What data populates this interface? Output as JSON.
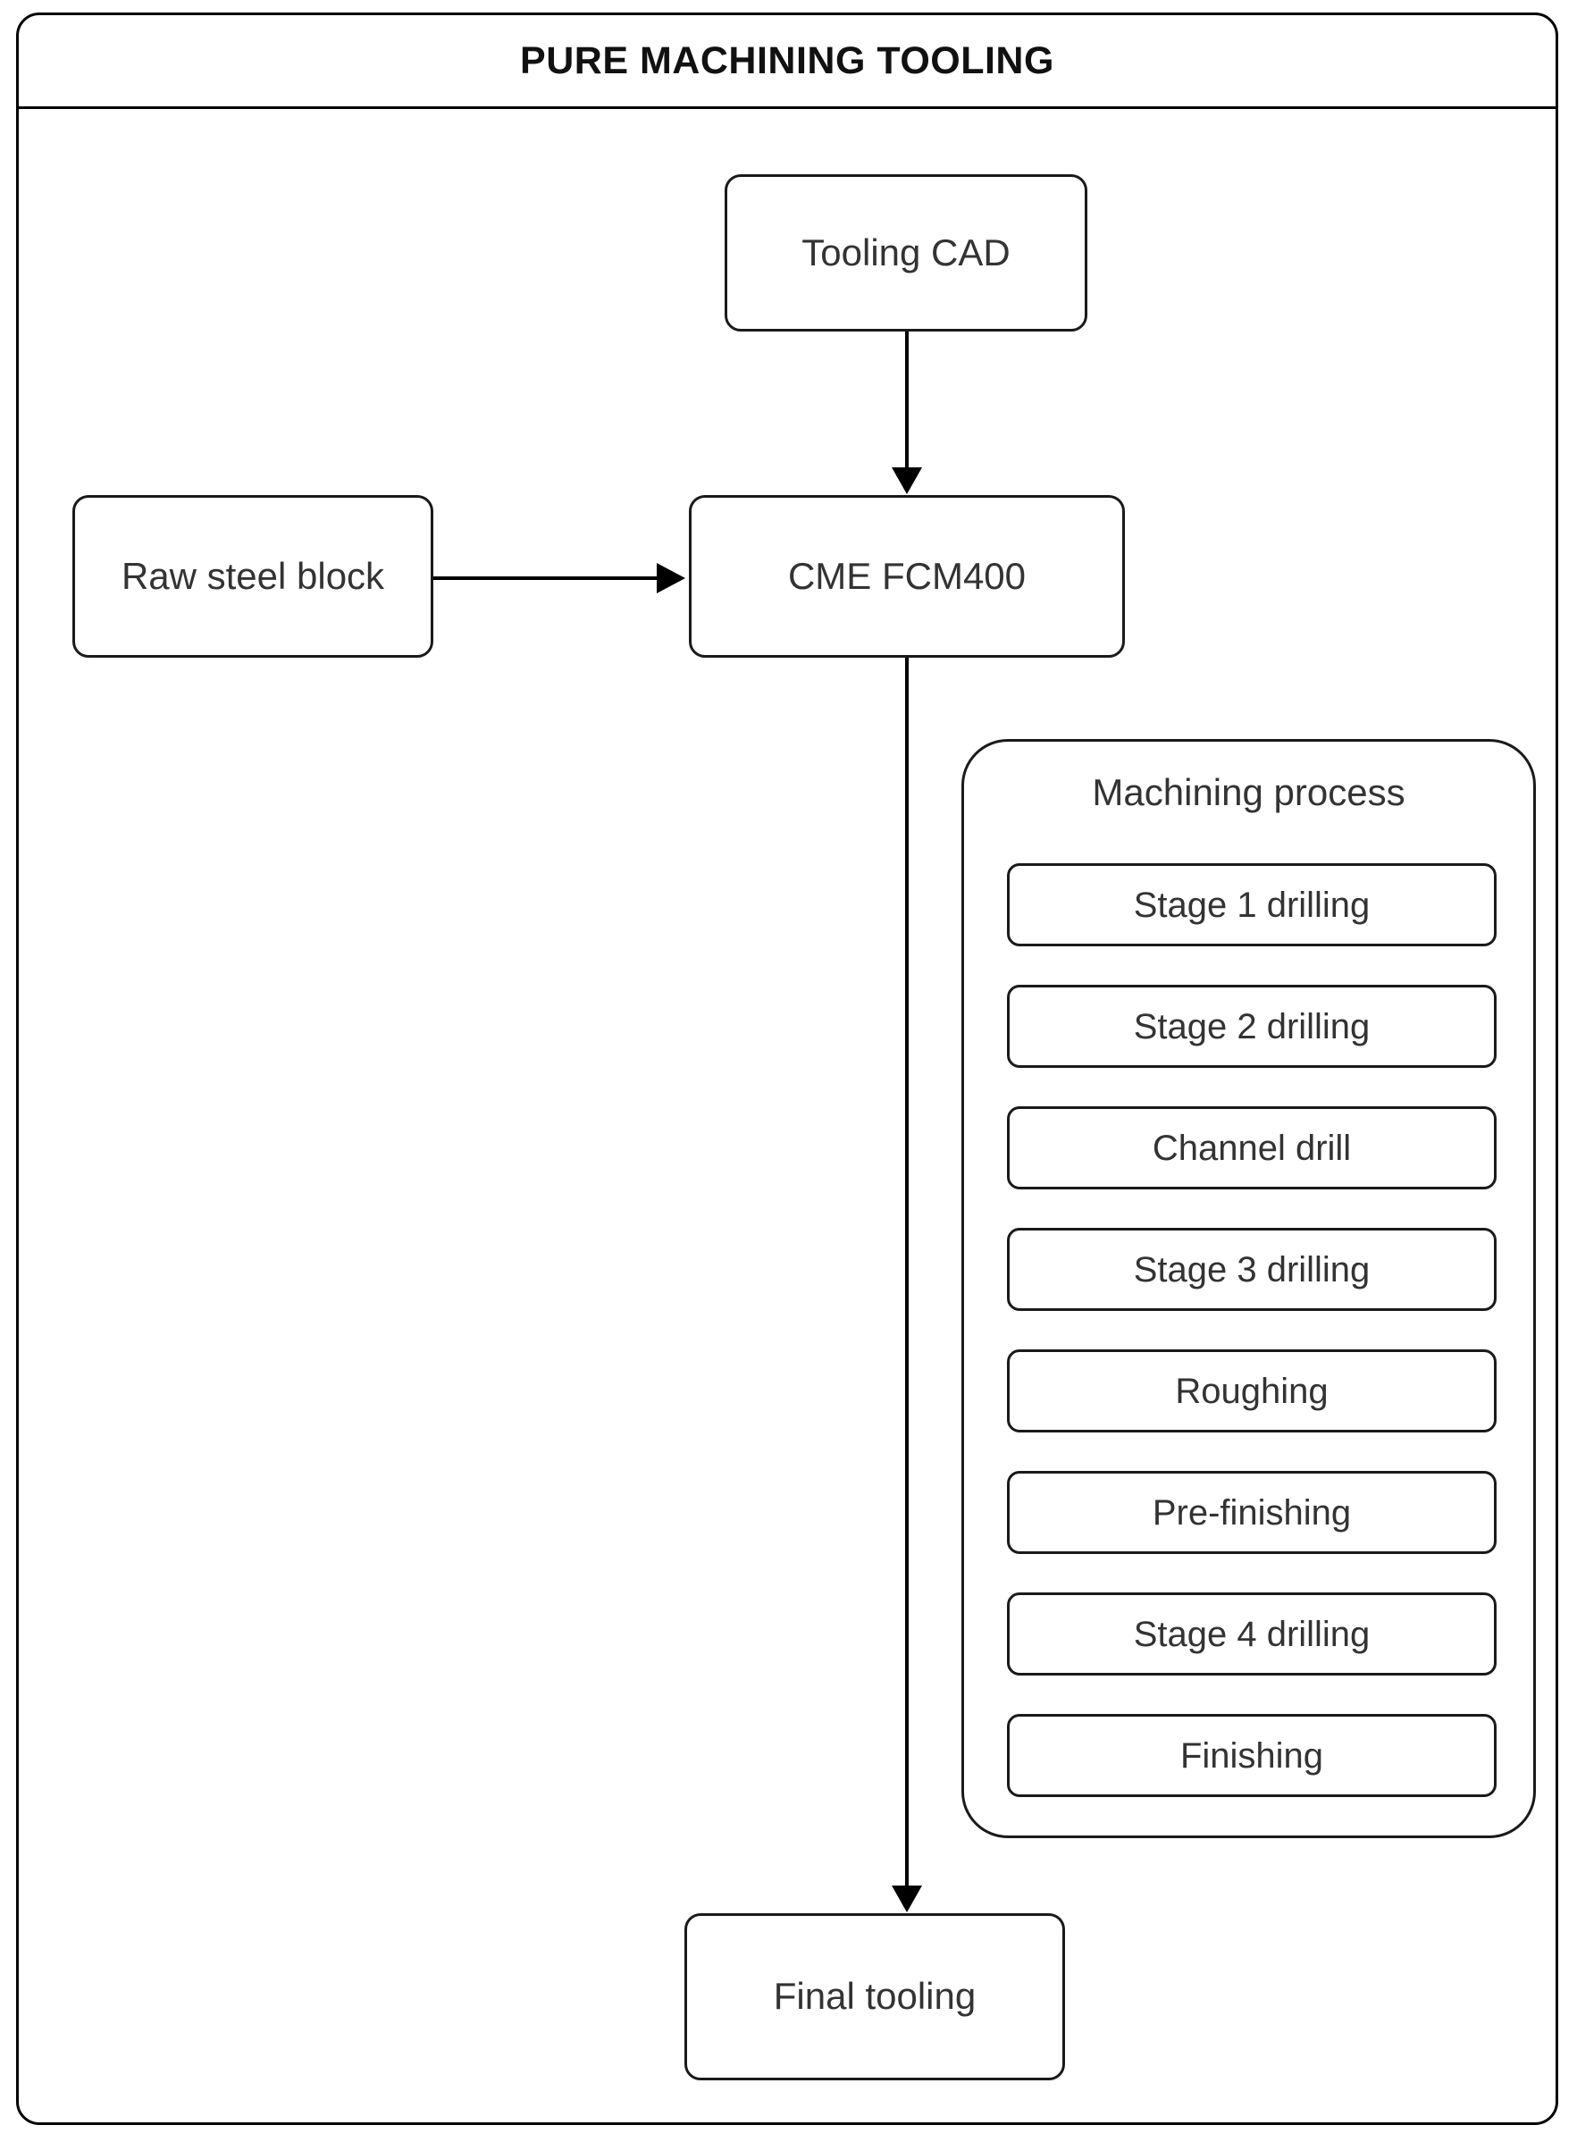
{
  "diagram": {
    "title": "PURE MACHINING TOOLING",
    "nodes": {
      "tooling_cad": "Tooling CAD",
      "raw_steel_block": "Raw steel block",
      "cme_machine": "CME FCM400",
      "final_tooling": "Final tooling"
    },
    "process_group": {
      "title": "Machining process",
      "steps": [
        {
          "label": "Stage 1 drilling"
        },
        {
          "label": "Stage 2 drilling"
        },
        {
          "label": "Channel drill"
        },
        {
          "label": "Stage 3 drilling"
        },
        {
          "label": "Roughing"
        },
        {
          "label": "Pre-finishing"
        },
        {
          "label": "Stage 4 drilling"
        },
        {
          "label": "Finishing"
        }
      ]
    },
    "connectors": [
      {
        "name": "tooling-cad-to-cme",
        "from": "Tooling CAD",
        "to": "CME FCM400",
        "direction": "down"
      },
      {
        "name": "raw-steel-to-cme",
        "from": "Raw steel block",
        "to": "CME FCM400",
        "direction": "right"
      },
      {
        "name": "cme-to-final-tooling",
        "from": "CME FCM400",
        "to": "Final tooling",
        "direction": "down"
      }
    ],
    "colors": {
      "stroke": "#1a1a1a",
      "text": "#333333",
      "background": "#ffffff"
    }
  }
}
